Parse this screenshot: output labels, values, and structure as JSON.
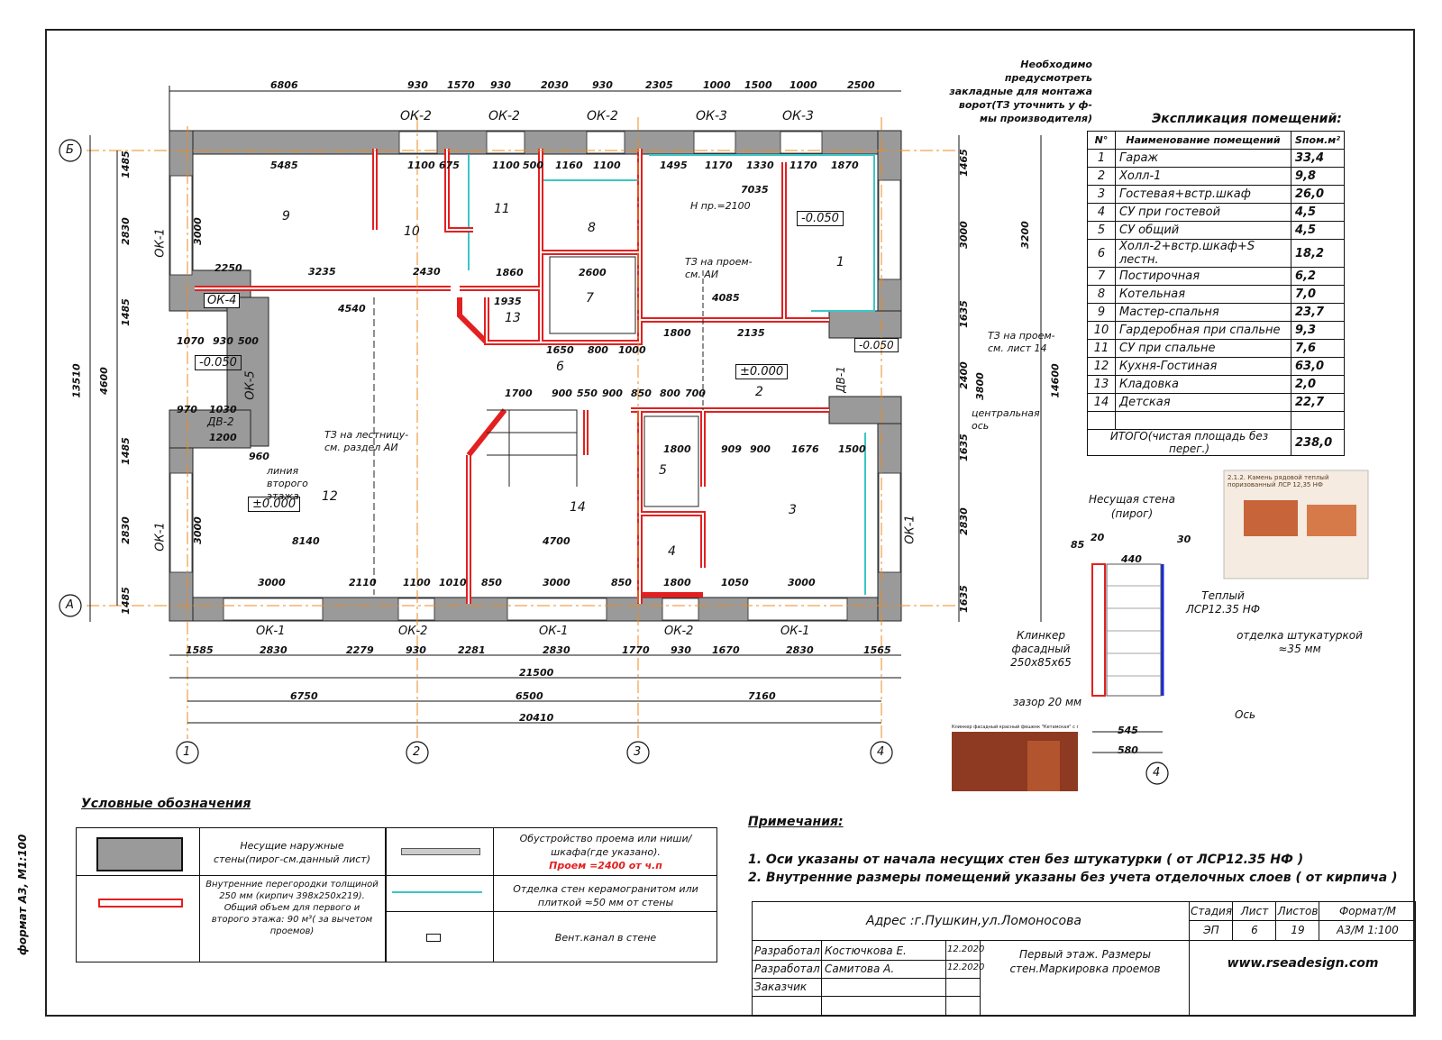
{
  "sheet": {
    "format_side_label": "формат А3, М1:100"
  },
  "plan": {
    "top_dims": [
      "6806",
      "930",
      "1570",
      "930",
      "2030",
      "930",
      "2305",
      "1000",
      "1500",
      "1000",
      "2500"
    ],
    "top_windows": [
      "ОК-2",
      "ОК-2",
      "ОК-2",
      "ОК-3",
      "ОК-3"
    ],
    "bottom_dims_row1": [
      "1585",
      "2830",
      "2279",
      "930",
      "2281",
      "2830",
      "1770",
      "930",
      "1670",
      "2830",
      "1565"
    ],
    "bottom_windows": [
      "ОК-1",
      "ОК-2",
      "ОК-1",
      "ОК-2",
      "ОК-1"
    ],
    "overall_width": "21500",
    "axis_spacing": [
      "6750",
      "6500",
      "7160"
    ],
    "axis_total": "20410",
    "axes_x": [
      "1",
      "2",
      "3",
      "4"
    ],
    "axes_y": [
      "Б",
      "А"
    ],
    "left_dims_outer": "13510",
    "left_dims_mid": [
      "1485",
      "2830",
      "1485",
      "4600",
      "1485",
      "2830",
      "1485"
    ],
    "left_dims_inner": [
      "3000",
      "3000"
    ],
    "right_dims": [
      "1465",
      "3000",
      "3200",
      "1635",
      "2400",
      "3800",
      "1635",
      "2830",
      "1635"
    ],
    "right_total": "14600",
    "left_windows": [
      "ОК-1",
      "ОК-5",
      "ОК-1"
    ],
    "right_windows": [
      "ДВ-1",
      "ОК-1"
    ],
    "small_labels": [
      "ОК-4",
      "ДВ-2"
    ],
    "levels": [
      "-0.050",
      "-0.050",
      "-0.050",
      "±0.000",
      "±0.000"
    ],
    "room_numbers": [
      "1",
      "2",
      "3",
      "4",
      "5",
      "6",
      "7",
      "8",
      "9",
      "10",
      "11",
      "12",
      "13",
      "14"
    ],
    "interior_dims": [
      "5485",
      "1100",
      "675",
      "1100",
      "500",
      "1160",
      "1100",
      "1495",
      "1170",
      "1330",
      "1170",
      "1870",
      "7035",
      "3235",
      "2430",
      "1860",
      "2600",
      "1935",
      "4540",
      "4085",
      "2135",
      "1800",
      "1650",
      "800",
      "1000",
      "1700",
      "900",
      "550",
      "900",
      "850",
      "800",
      "700",
      "1800",
      "909",
      "900",
      "1676",
      "1500",
      "8140",
      "4700",
      "3000",
      "2110",
      "1100",
      "1010",
      "850",
      "3000",
      "850",
      "1800",
      "1050",
      "3000",
      "2250",
      "1070",
      "930",
      "500",
      "970",
      "1030",
      "1200",
      "960"
    ],
    "notes_on_plan": [
      "Необходимо предусмотреть закладные для монтажа ворот(ТЗ уточнить у ф-мы производителя)",
      "Н пр.=2100",
      "ТЗ на проем- см. АИ",
      "ТЗ на проем- см. лист 14",
      "ТЗ на лестницу- см. раздел АИ",
      "линия второго этажа",
      "центральная ось"
    ]
  },
  "explication": {
    "title": "Экспликация помещений:",
    "headers": [
      "N°",
      "Наименование помещений",
      "Sпом.м²"
    ],
    "rows": [
      {
        "n": "1",
        "name": "Гараж",
        "area": "33,4"
      },
      {
        "n": "2",
        "name": "Холл-1",
        "area": "9,8"
      },
      {
        "n": "3",
        "name": "Гостевая+встр.шкаф",
        "area": "26,0"
      },
      {
        "n": "4",
        "name": "СУ при гостевой",
        "area": "4,5"
      },
      {
        "n": "5",
        "name": "СУ общий",
        "area": "4,5"
      },
      {
        "n": "6",
        "name": "Холл-2+встр.шкаф+S лестн.",
        "area": "18,2"
      },
      {
        "n": "7",
        "name": "Постирочная",
        "area": "6,2"
      },
      {
        "n": "8",
        "name": "Котельная",
        "area": "7,0"
      },
      {
        "n": "9",
        "name": "Мастер-спальня",
        "area": "23,7"
      },
      {
        "n": "10",
        "name": "Гардеробная при спальне",
        "area": "9,3"
      },
      {
        "n": "11",
        "name": "СУ при спальне",
        "area": "7,6"
      },
      {
        "n": "12",
        "name": "Кухня-Гостиная",
        "area": "63,0"
      },
      {
        "n": "13",
        "name": "Кладовка",
        "area": "2,0"
      },
      {
        "n": "14",
        "name": "Детская",
        "area": "22,7"
      }
    ],
    "total_label": "ИТОГО(чистая площадь без перег.)",
    "total_value": "238,0"
  },
  "wall_section": {
    "title": "Несущая стена (пирог)",
    "dims": [
      "85",
      "20",
      "440",
      "30",
      "545",
      "580"
    ],
    "labels": {
      "clinker": "Клинкер фасадный 250х85х65",
      "gap": "зазор 20 мм",
      "warm": "Теплый ЛСР12.35 НФ",
      "finish": "отделка штукатуркой ≈35 мм",
      "axis": "Ось",
      "axis_no": "4"
    },
    "photo_caption": "2.1.2. Камень рядовой теплый поризованный ЛСР 12,35 НФ",
    "clinker_caption": "Клинкер фасадный красный фешенк \"Кетамская\" с гладкой п"
  },
  "legend": {
    "title": "Условные обозначения",
    "items": [
      "Несущие наружные стены(пирог-см.данный лист)",
      "Внутренние перегородки толщиной 250 мм (кирпич 398х250х219). Общий объем для первого и второго этажа: 90 м³( за вычетом проемов)",
      "Обустройство проема или ниши/шкафа(где указано).",
      "Проем =2400 от ч.п",
      "Отделка стен керамогранитом или плиткой ≈50 мм от стены",
      "Вент.канал в стене"
    ]
  },
  "notes": {
    "title": "Примечания:",
    "items": [
      "1. Оси указаны от начала несущих стен без штукатурки ( от ЛСР12.35 НФ )",
      "2. Внутренние размеры помещений указаны без учета отделочных слоев ( от кирпича )"
    ]
  },
  "stamp": {
    "address": "Адрес :г.Пушкин,ул.Ломоносова",
    "headers": [
      "Стадия",
      "Лист",
      "Листов",
      "Формат/М"
    ],
    "values": [
      "ЭП",
      "6",
      "19",
      "А3/М 1:100"
    ],
    "rows": [
      {
        "role": "Разработал",
        "name": "Костючкова Е.",
        "date": "12.2020"
      },
      {
        "role": "Разработал",
        "name": "Самитова А.",
        "date": "12.2020"
      },
      {
        "role": "Заказчик",
        "name": "",
        "date": ""
      }
    ],
    "sheet_title": "Первый этаж. Размеры стен.Маркировка проемов",
    "website": "www.rseadesign.com"
  },
  "colors": {
    "wall_fill": "#9a9a9a",
    "partition": "#e32020",
    "tile": "#3cc6c6",
    "axis": "#f08a1c"
  }
}
